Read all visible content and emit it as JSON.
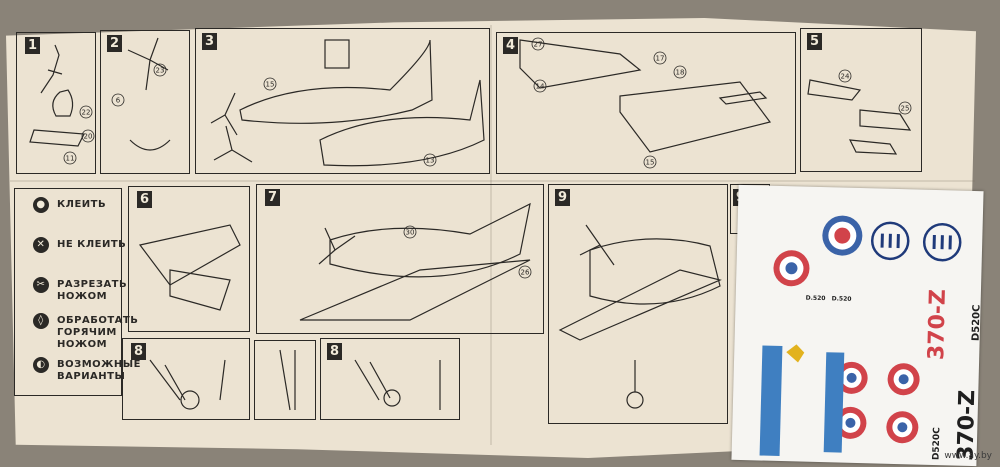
{
  "legend": [
    {
      "icon": "glue-icon",
      "label": "КЛЕИТЬ"
    },
    {
      "icon": "no-glue-icon",
      "label": "НЕ КЛЕИТЬ"
    },
    {
      "icon": "cut-knife-icon",
      "label": "РАЗРЕЗАТЬ НОЖОМ"
    },
    {
      "icon": "hot-knife-icon",
      "label": "ОБРАБОТАТЬ ГОРЯЧИМ НОЖОМ"
    },
    {
      "icon": "variants-icon",
      "label": "ВОЗМОЖНЫЕ ВАРИАНТЫ"
    }
  ],
  "steps": [
    {
      "number": "1"
    },
    {
      "number": "2"
    },
    {
      "number": "3"
    },
    {
      "number": "4"
    },
    {
      "number": "5"
    },
    {
      "number": "6"
    },
    {
      "number": "7"
    },
    {
      "number": "9"
    },
    {
      "number": "9"
    },
    {
      "number": "8"
    },
    {
      "number": "8"
    }
  ],
  "part_numbers": [
    "22",
    "20",
    "11",
    "23",
    "6",
    "15",
    "13",
    "27",
    "17",
    "14",
    "18",
    "15",
    "24",
    "25",
    "30",
    "26"
  ],
  "decal": {
    "codes": [
      "370-Z",
      "370-Z"
    ],
    "codes_side": [
      "D520C",
      "D520C"
    ],
    "small": [
      "D.520",
      "D.520"
    ]
  },
  "watermark": "www.ay.by",
  "colors": {
    "paper": "#ece3d2",
    "ink": "#2b2926",
    "roundel_red": "#d1434a",
    "roundel_blue": "#3b63a8",
    "decal_blue": "#3f7fc1"
  }
}
